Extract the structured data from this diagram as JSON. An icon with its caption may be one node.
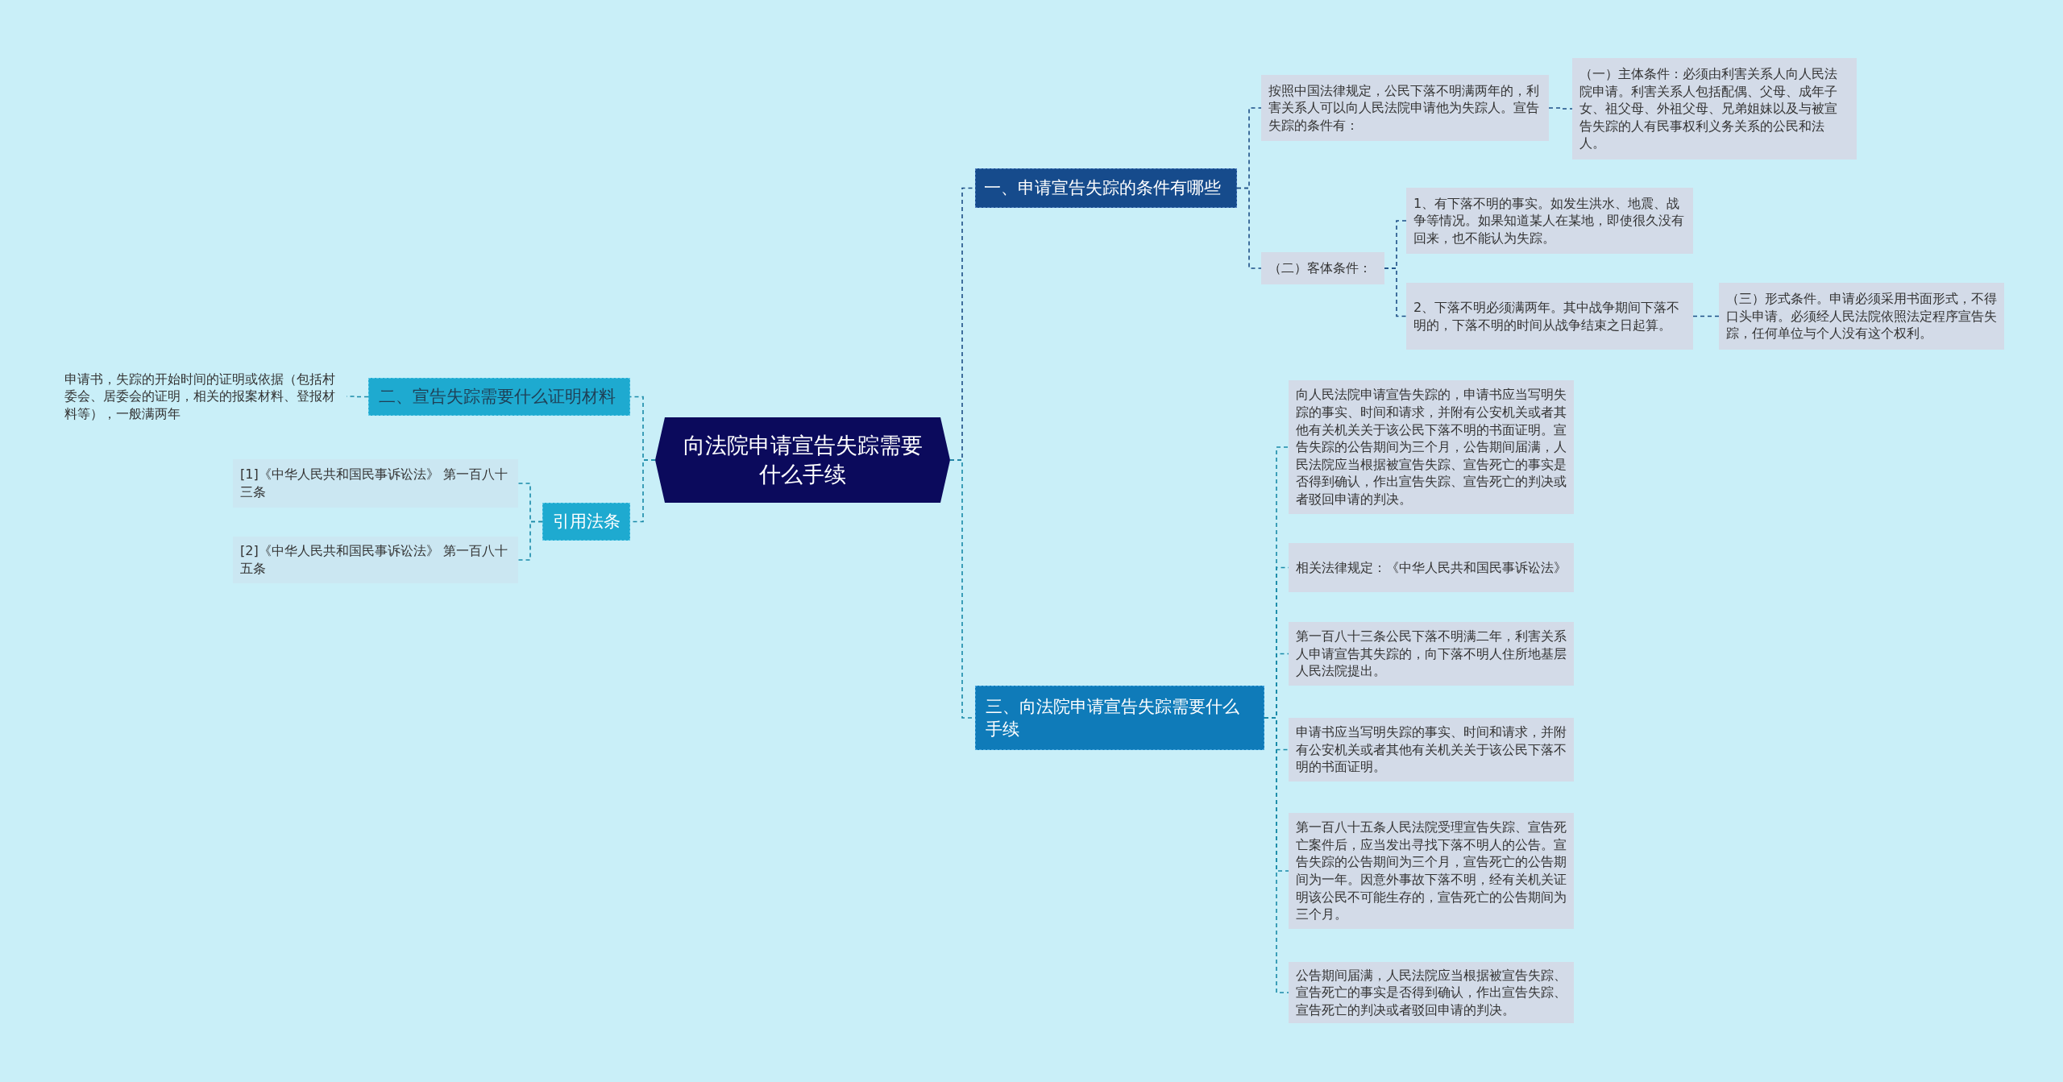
{
  "diagram": {
    "nodes": [
      {
        "text": [
          "向法院申请宣告失踪需要什么手续"
        ]
      },
      {
        "text": [
          "一、申请宣告失踪的条件有哪些"
        ]
      },
      {
        "text": [
          "按照中国法律规定，公民下落不明满两年的，利害关系人可以向人民法院申请他为失踪人。宣告失踪的条件有："
        ]
      },
      {
        "text": [
          "（一）主体条件：必须由利害关系人向人民法院申请。利害关系人包括配偶、父母、成年子女、祖父母、外祖父母、兄弟姐妹以及与被宣告失踪的人有民事权利义务关系的公民和法人。"
        ]
      },
      {
        "text": [
          "（二）客体条件："
        ]
      },
      {
        "text": [
          "1、有下落不明的事实。如发生洪水、地震、战争等情况。如果知道某人在某地，即使很久没有回来，也不能认为失踪。"
        ]
      },
      {
        "text": [
          "2、下落不明必须满两年。其中战争期间下落不明的，下落不明的时间从战争结束之日起算。"
        ]
      },
      {
        "text": [
          "（三）形式条件。申请必须采用书面形式，不得口头申请。必须经人民法院依照法定程序宣告失踪，任何单位与个人没有这个权利。"
        ]
      },
      {
        "text": [
          "三、向法院申请宣告失踪需要什么手续"
        ]
      },
      {
        "text": [
          "向人民法院申请宣告失踪的，申请书应当写明失踪的事实、时间和请求，并附有公安机关或者其他有关机关关于该公民下落不明的书面证明。宣告失踪的公告期间为三个月，公告期间届满，人民法院应当根据被宣告失踪、宣告死亡的事实是否得到确认，作出宣告失踪、宣告死亡的判决或者驳回申请的判决。"
        ]
      },
      {
        "text": [
          "相关法律规定：《中华人民共和国民事诉讼法》"
        ]
      },
      {
        "text": [
          "第一百八十三条公民下落不明满二年，利害关系人申请宣告其失踪的，向下落不明人住所地基层人民法院提出。"
        ]
      },
      {
        "text": [
          "申请书应当写明失踪的事实、时间和请求，并附有公安机关或者其他有关机关关于该公民下落不明的书面证明。"
        ]
      },
      {
        "text": [
          "第一百八十五条人民法院受理宣告失踪、宣告死亡案件后，应当发出寻找下落不明人的公告。宣告失踪的公告期间为三个月，宣告死亡的公告期间为一年。因意外事故下落不明，经有关机关证明该公民不可能生存的，宣告死亡的公告期间为三个月。"
        ]
      },
      {
        "text": [
          "公告期间届满，人民法院应当根据被宣告失踪、宣告死亡的事实是否得到确认，作出宣告失踪、宣告死亡的判决或者驳回申请的判决。"
        ]
      },
      {
        "text": [
          "二、宣告失踪需要什么证明材料"
        ]
      },
      {
        "text": [
          "申请书，失踪的开始时间的证明或依据（包括村委会、居委会的证明，相关的报案材料、登报材料等），一般满两年"
        ]
      },
      {
        "text": [
          "引用法条"
        ]
      },
      {
        "text": [
          "[1]《中华人民共和国民事诉讼法》 第一百八十三条"
        ]
      },
      {
        "text": [
          "[2]《中华人民共和国民事诉讼法》 第一百八十五条"
        ]
      }
    ],
    "edges": [
      {
        "from": 0,
        "to": 1,
        "arrow": "none",
        "style": "dashed",
        "color": "#1d4f86"
      },
      {
        "from": 1,
        "to": 2,
        "arrow": "none",
        "style": "dashed",
        "color": "#1d4f86"
      },
      {
        "from": 2,
        "to": 3,
        "arrow": "none",
        "style": "dashed",
        "color": "#1d4f86"
      },
      {
        "from": 1,
        "to": 4,
        "arrow": "none",
        "style": "dashed",
        "color": "#1d4f86"
      },
      {
        "from": 4,
        "to": 5,
        "arrow": "none",
        "style": "dashed",
        "color": "#1d4f86"
      },
      {
        "from": 4,
        "to": 6,
        "arrow": "none",
        "style": "dashed",
        "color": "#1d4f86"
      },
      {
        "from": 6,
        "to": 7,
        "arrow": "none",
        "style": "dashed",
        "color": "#1d4f86"
      },
      {
        "from": 0,
        "to": 8,
        "arrow": "none",
        "style": "dashed"
      },
      {
        "from": 8,
        "to": 9,
        "arrow": "none",
        "style": "dashed"
      },
      {
        "from": 8,
        "to": 10,
        "arrow": "none",
        "style": "dashed"
      },
      {
        "from": 8,
        "to": 11,
        "arrow": "none",
        "style": "dashed"
      },
      {
        "from": 8,
        "to": 12,
        "arrow": "none",
        "style": "dashed"
      },
      {
        "from": 8,
        "to": 13,
        "arrow": "none",
        "style": "dashed"
      },
      {
        "from": 8,
        "to": 14,
        "arrow": "none",
        "style": "dashed"
      },
      {
        "from": 0,
        "to": 15,
        "arrow": "none",
        "style": "dashed"
      },
      {
        "from": 15,
        "to": 16,
        "arrow": "none",
        "style": "dashed"
      },
      {
        "from": 0,
        "to": 17,
        "arrow": "none",
        "style": "dashed"
      },
      {
        "from": 17,
        "to": 18,
        "arrow": "none",
        "style": "dashed"
      },
      {
        "from": 17,
        "to": 19,
        "arrow": "none",
        "style": "dashed"
      }
    ]
  }
}
